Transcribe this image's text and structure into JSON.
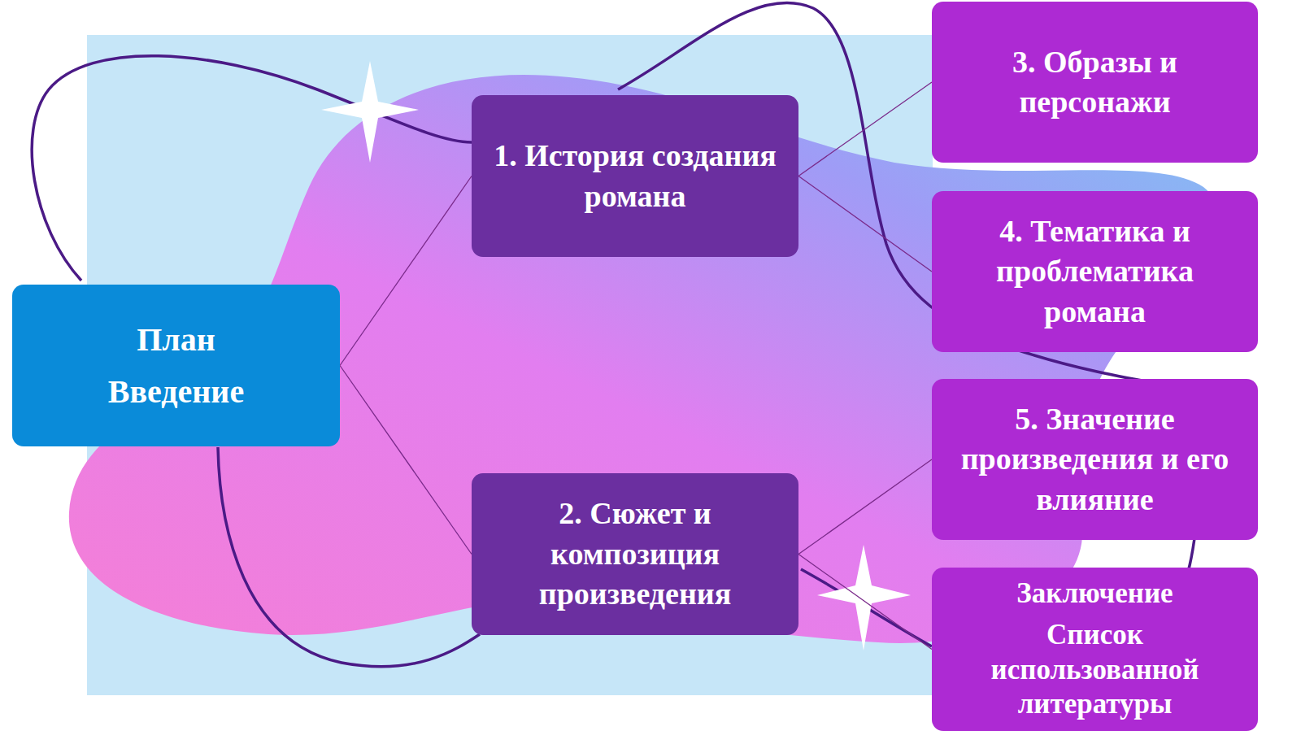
{
  "diagram": {
    "nodes": [
      {
        "text": [
          "План",
          "Введение"
        ]
      },
      {
        "text": [
          "1. История создания романа"
        ]
      },
      {
        "text": [
          "2. Сюжет и композиция произведения"
        ]
      },
      {
        "text": [
          "3. Образы и персонажи"
        ]
      },
      {
        "text": [
          "4. Тематика и проблематика романа"
        ]
      },
      {
        "text": [
          "5. Значение произведения и его влияние"
        ]
      },
      {
        "text": [
          "Заключение",
          "Список использованной литературы"
        ]
      }
    ],
    "edges": [
      {
        "from": 0,
        "to": 1,
        "arrow": "none"
      },
      {
        "from": 0,
        "to": 2,
        "arrow": "none"
      },
      {
        "from": 1,
        "to": 3,
        "arrow": "none"
      },
      {
        "from": 1,
        "to": 4,
        "arrow": "none"
      },
      {
        "from": 2,
        "to": 5,
        "arrow": "none"
      },
      {
        "from": 2,
        "to": 6,
        "arrow": "none"
      }
    ]
  }
}
